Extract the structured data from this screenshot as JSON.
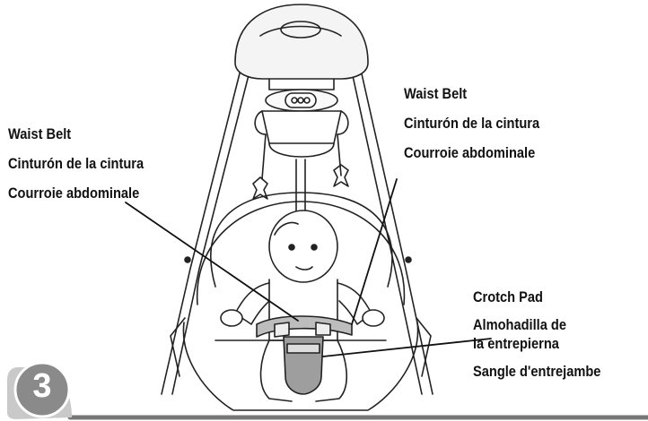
{
  "labels": {
    "waist_belt_left": [
      "Waist Belt",
      "Cinturón de la cintura",
      "Courroie abdominale"
    ],
    "waist_belt_right": [
      "Waist Belt",
      "Cinturón de la cintura",
      "Courroie abdominale"
    ],
    "crotch_pad": [
      "Crotch Pad",
      "Almohadilla de",
      "la entrepierna",
      "Sangle d'entrejambe"
    ]
  },
  "step": {
    "number": "3"
  },
  "colors": {
    "ink": "#111111",
    "badge": "#8a8a8a",
    "badge_ring": "#c9c9c9",
    "footer_rule": "#777777"
  }
}
